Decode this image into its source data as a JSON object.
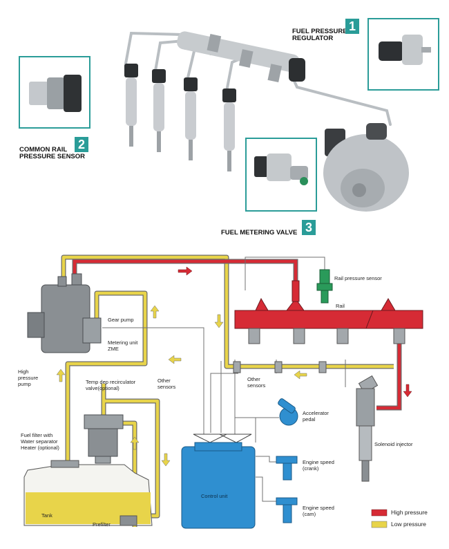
{
  "callouts": [
    {
      "number": "1",
      "title_line1": "FUEL PRESSURE",
      "title_line2": "REGULATOR"
    },
    {
      "number": "2",
      "title_line1": "COMMON RAIL",
      "title_line2": "PRESSURE SENSOR"
    },
    {
      "number": "3",
      "title_line1": "FUEL METERING VALVE",
      "title_line2": ""
    }
  ],
  "schematic_labels": {
    "rail_pressure_sensor": "Rail pressure sensor",
    "rail": "Rail",
    "gear_pump": "Gear pump",
    "metering_unit_line1": "Metering unit",
    "metering_unit_line2": "ZME",
    "high_pressure_pump_line1": "High",
    "high_pressure_pump_line2": "pressure",
    "high_pressure_pump_line3": "pump",
    "recirculator_line1": "Temp dep recirculator",
    "recirculator_line2": "valve(optional)",
    "other_sensors_left_line1": "Other",
    "other_sensors_left_line2": "sensors",
    "other_sensors_right_line1": "Other",
    "other_sensors_right_line2": "sensors",
    "fuel_filter_line1": "Fuel filter with",
    "fuel_filter_line2": "Water separator",
    "fuel_filter_line3": "Heater (optional)",
    "accelerator_line1": "Accelerator",
    "accelerator_line2": "pedal",
    "solenoid_injector": "Solenoid injector",
    "engine_speed_crank_line1": "Engine speed",
    "engine_speed_crank_line2": "(crank)",
    "engine_speed_cam_line1": "Engine speed",
    "engine_speed_cam_line2": "(cam)",
    "tank": "Tank",
    "prefilter": "Prefilter",
    "control_unit": "Control unit"
  },
  "legend": [
    {
      "label": "High pressure",
      "color": "#d62b35"
    },
    {
      "label": "Low pressure",
      "color": "#e8d44a"
    }
  ],
  "colors": {
    "accent_teal": "#2a9c98",
    "high_pressure_red": "#d62b35",
    "low_pressure_yellow": "#e8d44a",
    "control_unit_blue": "#2f8fd0",
    "component_grey": "#8a8f93"
  }
}
